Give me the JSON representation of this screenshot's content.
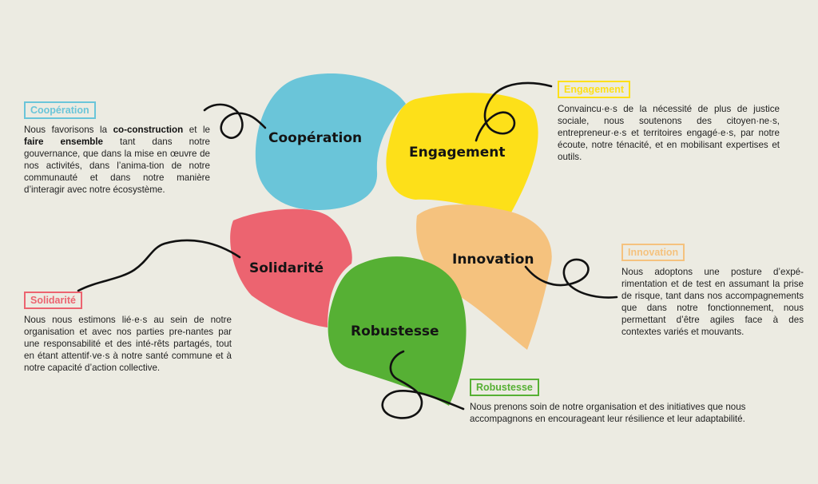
{
  "colors": {
    "background": "#ecebe2",
    "cooperation": "#6ac5d9",
    "engagement": "#fde019",
    "solidarite": "#ec6470",
    "innovation": "#f5c27e",
    "robustesse": "#56b034",
    "line": "#111111"
  },
  "shapes": {
    "cooperation": "Coopération",
    "engagement": "Engagement",
    "solidarite": "Solidarité",
    "innovation": "Innovation",
    "robustesse": "Robustesse"
  },
  "cooperation": {
    "title": "Coopération",
    "text_1": "Nous favorisons la ",
    "bold_1": "co-construction",
    "text_2": " et le ",
    "bold_2": "faire ensemble",
    "text_3": " tant dans notre gouvernance, que dans la mise en œuvre de nos activités, dans l’anima-tion de notre communauté et dans notre manière d’interagir avec notre écosystème."
  },
  "engagement": {
    "title": "Engagement",
    "text": "Convaincu·e·s de la nécessité de plus de justice sociale, nous soutenons des citoyen·ne·s, entrepreneur·e·s et territoires engagé·e·s, par notre écoute, notre ténacité, et en mobilisant expertises et outils."
  },
  "solidarite": {
    "title": "Solidarité",
    "text": "Nous nous estimons lié·e·s au sein de notre organisation et avec nos parties pre-nantes par une responsabilité et des inté-rêts partagés, tout en étant attentif·ve·s à notre santé commune et à notre capacité d’action collective."
  },
  "innovation": {
    "title": "Innovation",
    "text": "Nous adoptons une posture d’expé-rimentation et de test en assumant la prise de risque, tant dans nos accompagnements que dans notre fonctionnement, nous permettant d’être agiles face à des contextes variés et mouvants."
  },
  "robustesse": {
    "title": "Robustesse",
    "text": "Nous prenons soin de notre organisation et des initiatives que nous accompagnons en encourageant leur résilience et leur adaptabilité."
  }
}
